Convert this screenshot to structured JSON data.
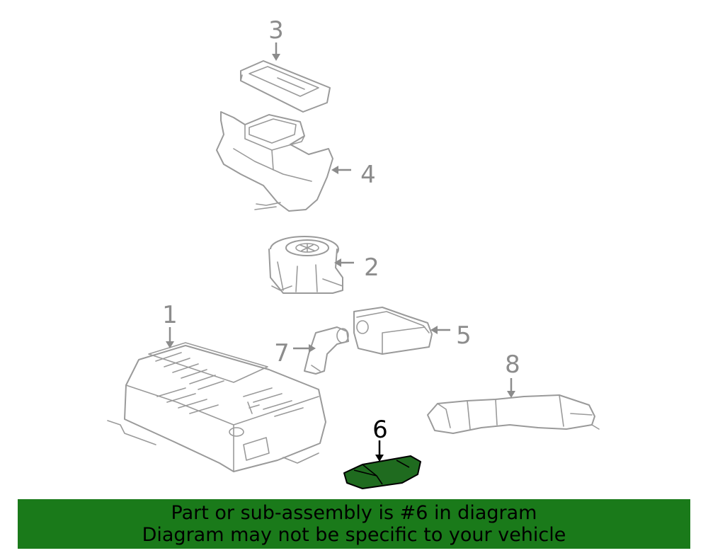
{
  "callouts": {
    "c1": "1",
    "c2": "2",
    "c3": "3",
    "c4": "4",
    "c5": "5",
    "c6": "6",
    "c7": "7",
    "c8": "8"
  },
  "highlight_color": "#1a7a1a",
  "banner": {
    "line1": "Part or sub-assembly is #6 in diagram",
    "line2": "Diagram may not be specific to your vehicle"
  }
}
